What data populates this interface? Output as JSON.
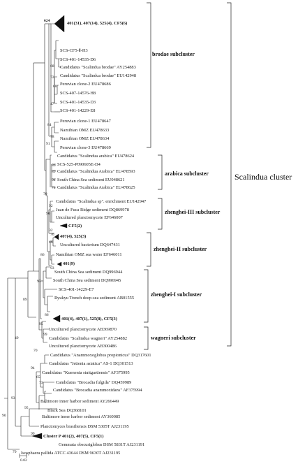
{
  "taxa": {
    "t1": "401(31), 407(14), 525(4), CF5(6)",
    "t2": "SCS-CF5-Ⅱ-H3",
    "t3": "SCS-401-14535-D6",
    "t4": "Candidatus \"Scalindua brodae\" AY254883",
    "t5": "Candidatus \"Scalindua brodae\" EU142948",
    "t6": "Peruvian clone-2 EU478686",
    "t7": "SCS-407-14576-H8",
    "t8": "SCS-401-14535-D3",
    "t9": "SCS-401-14229-E8",
    "t10": "Peruvian clone-1 EU478647",
    "t11": "Namibian OMZ EU478633",
    "t12": "Namibian OMZ EU478634",
    "t13": "Peruvian clone-3 EU478669",
    "t14": "Candidatus \"Scalindua arabica\" EU478624",
    "t15": "SCS-525-P090605E-D4",
    "t16": "Candidatus \"Scalindua Arabica\" EU478593",
    "t17": "South China Sea sediment EU048621",
    "t18": "Candidatus \"Scalindua Arabica\" EU478625",
    "t19": "Candidatus \"Scalindua sp\". enrichment EU142947",
    "t20": "Juan de Fuca Ridge sediment DQ869978",
    "t21": "Uncultured planctomycete EF646007",
    "t22": "CF5(2)",
    "t23": "407(4), 525(3)",
    "t24": "Uncultured bacterium DQ647431",
    "t25": "Namibian OMZ sea water EF646011",
    "t26": "401(9)",
    "t27": "South China Sea sediment DQ996944",
    "t28": "South China Sea sediment DQ996945",
    "t29": "SCS-401-14229-E7",
    "t30": "Ryukyu Trench deep-sea sediment AB01555",
    "t31": "401(4), 407(1), 525(8), CF5(3)",
    "t32": "Uncultured planctomycete AB369870",
    "t33": "Candidatus \"Scalindua wagneri\" AY254882",
    "t34": "Uncultured planctomycete AB300486",
    "t35": "Candidatus \"Anammoxoglobus propionicus\" DQ317601",
    "t36": "Candidatus \"Jettenia asiatica\" AS-1 DQ301513",
    "t37": "Candidatus \"Kuenenia stuttgartiensis\" AF375995",
    "t38": "Candidatus \"Brocadia fulgida\" DQ459989",
    "t39": "Candidatus \"Brocadia anammoxidans\" AF375994",
    "t40": "Baltimore inner harbor sediment AY266449",
    "t41": "Black Sea DQ368101",
    "t42": "Baltimore inner harbor sediment AY360085",
    "t43": "Planctomyces brasiliensis DSM 5305T AJ231195",
    "t44": "Cluster P 401(2), 407(5), CF5(1)",
    "t45": "Gemmata obscuriglobus DSM 5831T AJ231191",
    "t46": "Isosphaera pallida ATCC 43644 DSM 9630T AJ231195"
  },
  "bootstrap": {
    "b624": "624",
    "b68": "68",
    "b72": "72",
    "b60": "60",
    "b47": "47",
    "b84": "84",
    "b78": "78",
    "b91": "91",
    "b86": "86",
    "b89a": "89",
    "b94": "94",
    "b74": "74",
    "b70a": "70",
    "b92": "92",
    "b90a": "90",
    "b32": "32",
    "b76": "76",
    "b66": "66",
    "b93a": "93",
    "b86b": "86",
    "b95a": "95",
    "b86c": "86",
    "b95b": "95",
    "b99a": "99",
    "b89b": "89",
    "b70b": "70",
    "b94b": "94",
    "b65": "65",
    "b73": "73",
    "b49": "49",
    "b93b": "93",
    "b95c": "95",
    "b90b": "90",
    "b99b": "99",
    "b79": "79"
  },
  "subclusters": {
    "brodae": "brodae subcluster",
    "arabica": "arabica subcluster",
    "zhenghei3": "zhenghei-III subcluster",
    "zhenghei2": "zhenghei-II subcluster",
    "zhenghei1": "zhenghei-I subcluster",
    "wagneri": "wagneri subcluster"
  },
  "cluster_label": "Scalindua cluster",
  "scale_label": "0.02"
}
